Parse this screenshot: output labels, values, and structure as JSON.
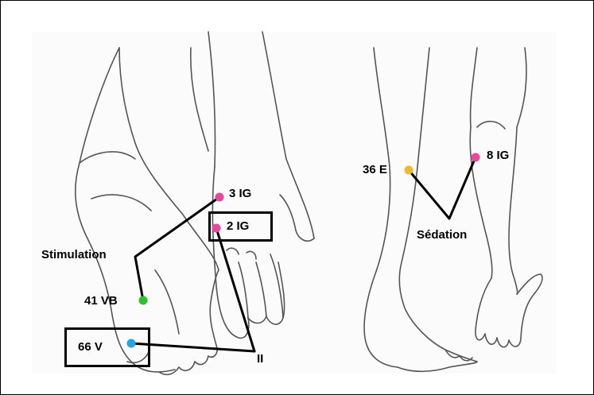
{
  "labels": {
    "stimulation": "Stimulation",
    "sedation": "Sédation",
    "group_marker": "II"
  },
  "points": [
    {
      "id": "3 IG",
      "color": "#e8479a"
    },
    {
      "id": "2 IG",
      "color": "#e8479a"
    },
    {
      "id": "41 VB",
      "color": "#2fbf2f"
    },
    {
      "id": "66 V",
      "color": "#27a3e0"
    },
    {
      "id": "36 E",
      "color": "#f0b82a"
    },
    {
      "id": "8 IG",
      "color": "#e8479a"
    }
  ]
}
